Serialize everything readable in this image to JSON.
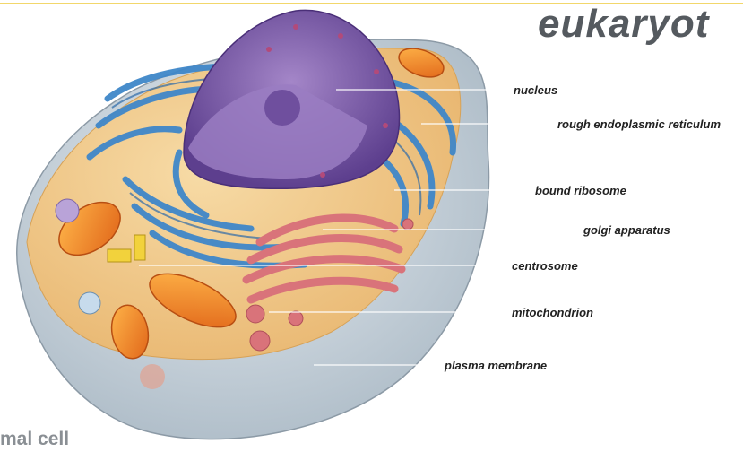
{
  "title": "eukaryot",
  "subtitle": "mal cell",
  "labels": {
    "nucleus": "nucleus",
    "rough_er": "rough endoplasmic reticulum",
    "bound_ribosome": "bound ribosome",
    "golgi": "golgi apparatus",
    "centrosome": "centrosome",
    "mitochondrion": "mitochondrion",
    "plasma_membrane": "plasma membrane"
  },
  "colors": {
    "membrane": "#c9d4dc",
    "cytoplasm": "#f3c98a",
    "er": "#3f87c9",
    "nucleus": "#7d5aa8",
    "golgi": "#d9737a",
    "mitochondria": "#f08a2c",
    "leader_line": "#ffffff"
  }
}
